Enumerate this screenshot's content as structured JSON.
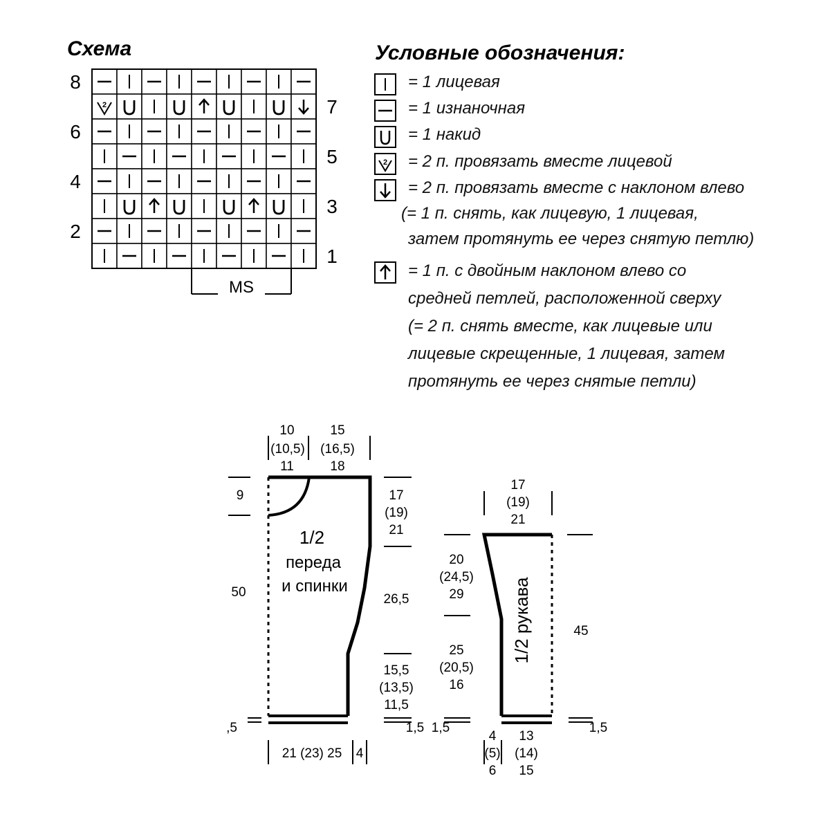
{
  "scheme": {
    "title": "Схема",
    "left_row_numbers": [
      "8",
      "6",
      "4",
      "2"
    ],
    "right_row_numbers": [
      "7",
      "5",
      "3",
      "1"
    ],
    "repeat_label": "MS",
    "rows_top_to_bottom": [
      [
        "P",
        "K",
        "P",
        "K",
        "P",
        "K",
        "P",
        "K",
        "P"
      ],
      [
        "K2T",
        "YO",
        "K",
        "YO",
        "S2KP",
        "YO",
        "K",
        "YO",
        "SSK"
      ],
      [
        "P",
        "K",
        "P",
        "K",
        "P",
        "K",
        "P",
        "K",
        "P"
      ],
      [
        "K",
        "P",
        "K",
        "P",
        "K",
        "P",
        "K",
        "P",
        "K"
      ],
      [
        "P",
        "K",
        "P",
        "K",
        "P",
        "K",
        "P",
        "K",
        "P"
      ],
      [
        "K",
        "YO",
        "S2KP",
        "YO",
        "K",
        "YO",
        "S2KP",
        "YO",
        "K"
      ],
      [
        "P",
        "K",
        "P",
        "K",
        "P",
        "K",
        "P",
        "K",
        "P"
      ],
      [
        "K",
        "P",
        "K",
        "P",
        "K",
        "P",
        "K",
        "P",
        "K"
      ]
    ]
  },
  "legend": {
    "title": "Условные обозначения:",
    "items": [
      {
        "symbol": "knit-symbol",
        "lines": [
          "= 1 лицевая"
        ]
      },
      {
        "symbol": "purl-symbol",
        "lines": [
          "= 1 изнаночная"
        ]
      },
      {
        "symbol": "yarn-over-symbol",
        "lines": [
          "= 1 накид"
        ]
      },
      {
        "symbol": "k2tog-symbol",
        "lines": [
          "= 2 п. провязать вместе лицевой"
        ]
      },
      {
        "symbol": "ssk-symbol",
        "lines": [
          "= 2 п. провязать вместе с наклоном влево",
          "(= 1 п. снять, как лицевую, 1 лицевая,",
          "затем протянуть ее через снятую петлю)"
        ]
      },
      {
        "symbol": "s2kp-symbol",
        "lines": [
          "= 1 п. с двойным наклоном влево со",
          "средней петлей, расположенной сверху",
          "(= 2 п. снять вместе, как лицевые или",
          "лицевые скрещенные, 1 лицевая, затем",
          "протянуть ее через снятые петли)"
        ]
      }
    ]
  },
  "body_pattern": {
    "label": [
      "1/2",
      "переда",
      "и спинки"
    ],
    "top_widths": {
      "neck": [
        "10",
        "(10,5)",
        "11"
      ],
      "shoulder": [
        "15",
        "(16,5)",
        "18"
      ]
    },
    "left_dims": {
      "neck_depth": "9",
      "total_length": "50",
      "hem": ",5"
    },
    "right_dims": {
      "armhole": [
        "17",
        "(19)",
        "21"
      ],
      "shaping": "26,5",
      "lower": [
        "15,5",
        "(13,5)",
        "11,5"
      ],
      "hem": "1,5"
    },
    "bottom_dims": {
      "width": "21 (23) 25",
      "side": "4"
    }
  },
  "sleeve_pattern": {
    "label": "1/2 рукава",
    "top_width": [
      "17",
      "(19)",
      "21"
    ],
    "left_dims": {
      "upper": [
        "20",
        "(24,5)",
        "29"
      ],
      "lower": [
        "25",
        "(20,5)",
        "16"
      ],
      "hem": "1,5"
    },
    "right_dims": {
      "length": "45",
      "hem": "1,5"
    },
    "bottom_dims": {
      "side": [
        "4",
        "(5)",
        "6"
      ],
      "width": [
        "13",
        "(14)",
        "15"
      ]
    }
  }
}
